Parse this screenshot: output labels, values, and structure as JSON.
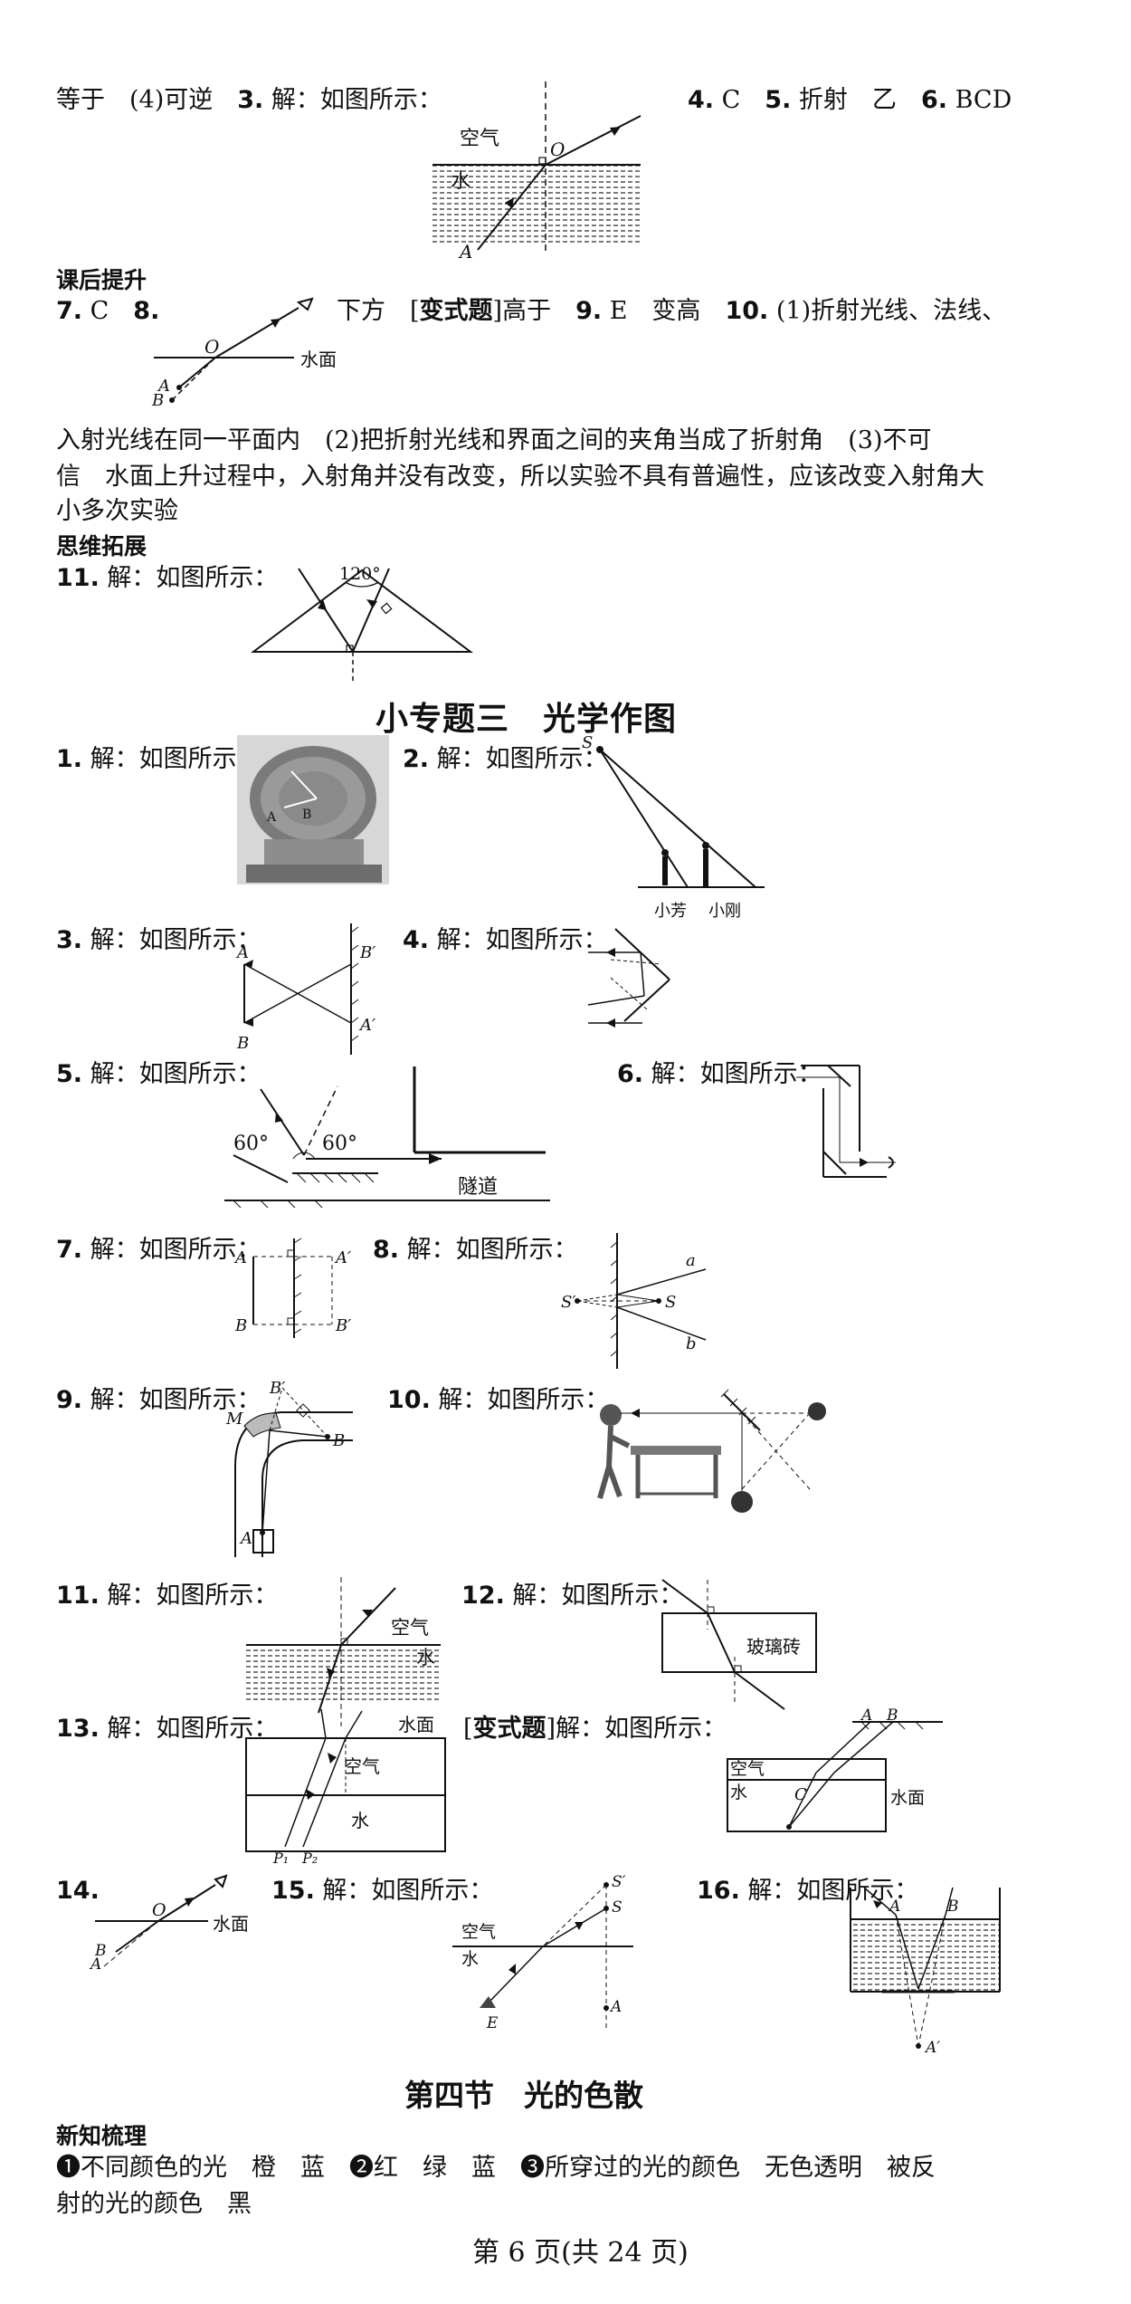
{
  "row1": {
    "l1": "等于　(4)可逆　",
    "n3": "3.",
    "l1b": " 解：如图所示：",
    "r1": "4.",
    "r1v": " C　",
    "r2": "5.",
    "r2v": " 折射　乙　",
    "r3": "6.",
    "r3v": " BCD"
  },
  "fig3": {
    "air": "空气",
    "water": "水",
    "o": "O",
    "a": "A"
  },
  "sec_hou": "课后提升",
  "row7": {
    "n7": "7.",
    "v7": " C　",
    "n8": "8.",
    "t8a": "下方　",
    "bx": "变式题",
    "t8b": "高于　",
    "n9": "9.",
    "v9": " E　变高　",
    "n10": "10.",
    "v10": " (1)折射光线、法线、"
  },
  "fig8": {
    "o": "O",
    "a": "A",
    "b": "B",
    "surface": "水面"
  },
  "p10": {
    "l1": "入射光线在同一平面内　(2)把折射光线和界面之间的夹角当成了折射角　(3)不可",
    "l2": "信　水面上升过程中，入射角并没有改变，所以实验不具有普遍性，应该改变入射角大",
    "l3": "小多次实验"
  },
  "sec_si": "思维拓展",
  "q11": {
    "n": "11.",
    "t": " 解：如图所示：",
    "ang": "120°"
  },
  "title": "小专题三　光学作图",
  "q": {
    "q1": {
      "n": "1.",
      "t": " 解：如图所示："
    },
    "q2": {
      "n": "2.",
      "t": " 解：如图所示：",
      "s": "S",
      "p1": "小芳",
      "p2": "小刚"
    },
    "q3": {
      "n": "3.",
      "t": " 解：如图所示：",
      "a": "A",
      "b": "B",
      "a2": "A′",
      "b2": "B′"
    },
    "q4": {
      "n": "4.",
      "t": " 解：如图所示："
    },
    "q5": {
      "n": "5.",
      "t": " 解：如图所示：",
      "a1": "60°",
      "a2": "60°",
      "tunnel": "隧道"
    },
    "q6": {
      "n": "6.",
      "t": " 解：如图所示："
    },
    "q7": {
      "n": "7.",
      "t": " 解：如图所示：",
      "a": "A",
      "b": "B",
      "a2": "A′",
      "b2": "B′"
    },
    "q8": {
      "n": "8.",
      "t": " 解：如图所示：",
      "s": "S",
      "s2": "S′",
      "la": "a",
      "lb": "b"
    },
    "q9": {
      "n": "9.",
      "t": " 解：如图所示：",
      "b2": "B′",
      "m": "M",
      "b": "B",
      "a": "A"
    },
    "q10": {
      "n": "10.",
      "t": " 解：如图所示："
    },
    "q11b": {
      "n": "11.",
      "t": " 解：如图所示：",
      "air": "空气",
      "water": "水"
    },
    "q12": {
      "n": "12.",
      "t": " 解：如图所示：",
      "glass": "玻璃砖"
    },
    "q13": {
      "n": "13.",
      "t": " 解：如图所示：",
      "surface": "水面",
      "air": "空气",
      "water": "水",
      "p1": "P₁",
      "p2": "P₂"
    },
    "qv": {
      "bx": "变式题",
      "t": "解：如图所示：",
      "a": "A",
      "b": "B",
      "air": "空气",
      "water": "水",
      "c": "C",
      "surface": "水面"
    },
    "q14": {
      "n": "14.",
      "o": "O",
      "b": "B",
      "a": "A",
      "surface": "水面"
    },
    "q15": {
      "n": "15.",
      "t": " 解：如图所示：",
      "s2": "S′",
      "s": "S",
      "air": "空气",
      "water": "水",
      "a": "A",
      "e": "E"
    },
    "q16": {
      "n": "16.",
      "t": " 解：如图所示：",
      "a": "A",
      "b": "B",
      "a2": "A′"
    }
  },
  "title2": "第四节　光的色散",
  "sec_xin": "新知梳理",
  "xin": {
    "l1": "❶不同颜色的光　橙　蓝　❷红　绿　蓝　❸所穿过的光的颜色　无色透明　被反",
    "l2": "射的光的颜色　黑"
  },
  "footer": "第 6 页(共 24 页)"
}
